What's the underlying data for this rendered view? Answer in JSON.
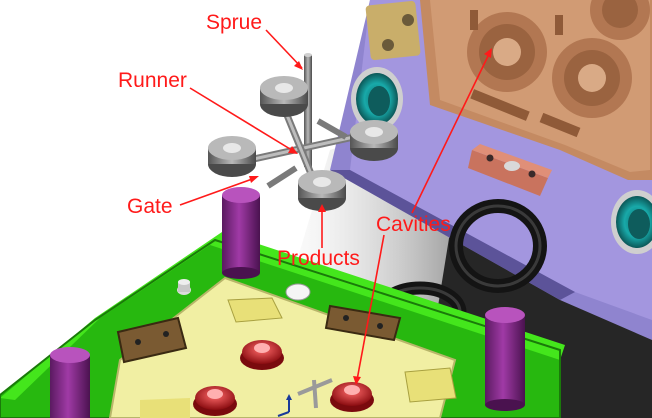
{
  "labels": {
    "sprue": "Sprue",
    "runner": "Runner",
    "gate": "Gate",
    "products": "Products",
    "cavities": "Cavities"
  },
  "colors": {
    "label_red": "#ff1a1a",
    "plate_green": "#33dd11",
    "core_insert": "#f2f0a6",
    "cavity_copper": "#c8906a",
    "plate_lavender": "#9a8fd6",
    "cooling_cyan": "#17b5b5",
    "guide_pillar": "#8a2a8f",
    "product_red": "#c8161c",
    "product_gray": "#8c8c8c"
  },
  "icons": [
    "axis-triad-icon"
  ]
}
